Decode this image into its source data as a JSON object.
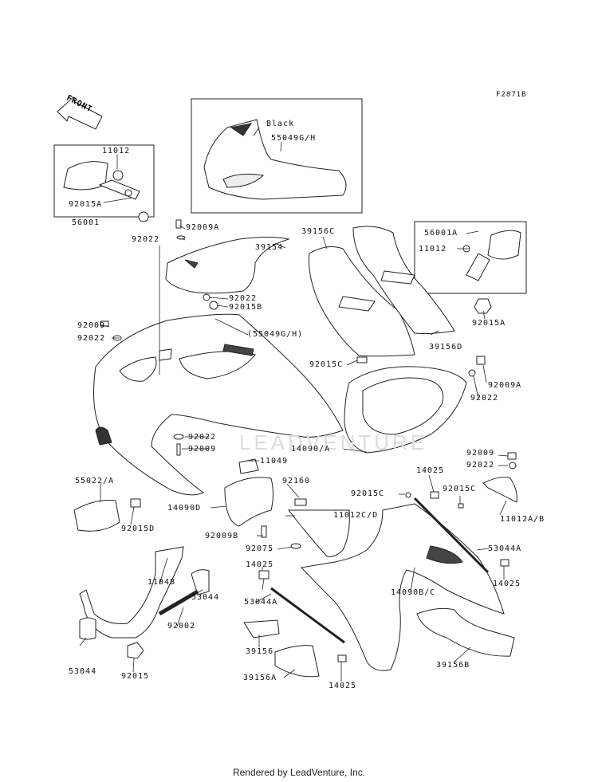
{
  "diagram_code": "F2871B",
  "front_label": "FRONT",
  "watermark": "LEADVENTURE",
  "footer": "Rendered by LeadVenture, Inc.",
  "labels": {
    "black": "Black",
    "p55049gh": "55049G/H",
    "p11012_a": "11012",
    "p92015A_a": "92015A",
    "p56001": "56001",
    "p92009A_a": "92009A",
    "p92022_a": "92022",
    "p39154": "39154",
    "p92022_b": "92022",
    "p92015B": "92015B",
    "p92009_a": "92009",
    "p92022_c": "92022",
    "p55049gh_paren": "(55049G/H)",
    "p39156C": "39156C",
    "p56001A": "56001A",
    "p11012_b": "11012",
    "p92015A_b": "92015A",
    "p39156D": "39156D",
    "p92015C_a": "92015C",
    "p92009A_b": "92009A",
    "p92022_d": "92022",
    "p92022_e": "92022",
    "p92009_b": "92009",
    "p14090A": "14090/A",
    "p11049": "11049",
    "p55022A": "55022/A",
    "p92160": "92160",
    "p14090D": "14090D",
    "p11012CD": "11012C/D",
    "p92015D": "92015D",
    "p92009B": "92009B",
    "p92075": "92075",
    "p14025_a": "14025",
    "p92009_c": "92009",
    "p92022_f": "92022",
    "p92015C_b": "92015C",
    "p92015C_c": "92015C",
    "p11012AB": "11012A/B",
    "p53044A_a": "53044A",
    "p14025_b": "14025",
    "p14090BC": "14090B/C",
    "p11048": "11048",
    "p53044_a": "53044",
    "p14025_c": "14025",
    "p53044A_b": "53044A",
    "p92002": "92002",
    "p39156": "39156",
    "p53044_b": "53044",
    "p92015": "92015",
    "p39156A": "39156A",
    "p14025_d": "14025",
    "p39156B": "39156B"
  }
}
